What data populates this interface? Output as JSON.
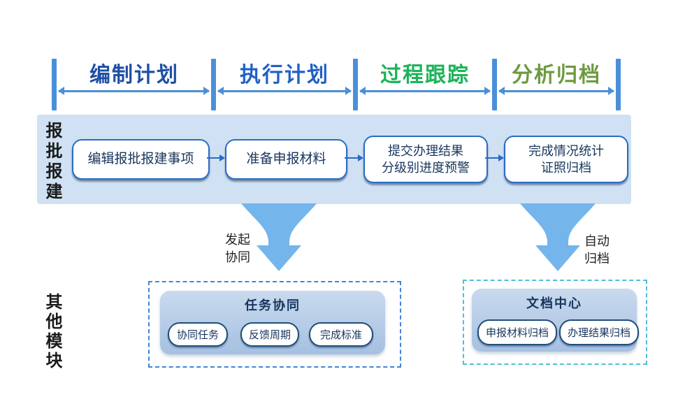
{
  "colors": {
    "timeline_blue": "#4a90d9",
    "band_bg": "#cfe1f2",
    "box_border": "#2b6cc4",
    "box_text": "#17365d",
    "funnel_blue": "#74b5ec",
    "module_bg_top": "#c9daee",
    "module_bg_bottom": "#a6c0e1",
    "module_dash_left": "#3f87d9",
    "module_dash_right": "#4ec0d9",
    "label_black": "#1a1a1a"
  },
  "timeline": {
    "phases": [
      {
        "label": "编制计划",
        "color": "#1f4fa5"
      },
      {
        "label": "执行计划",
        "color": "#2160c4"
      },
      {
        "label": "过程跟踪",
        "color": "#1cb45a"
      },
      {
        "label": "分析归档",
        "color": "#6d9a41"
      }
    ]
  },
  "band": {
    "side_label": "报批报建",
    "steps": [
      {
        "lines": [
          "编辑报批报建事项"
        ]
      },
      {
        "lines": [
          "准备申报材料"
        ]
      },
      {
        "lines": [
          "提交办理结果",
          "分级别进度预警"
        ]
      },
      {
        "lines": [
          "完成情况统计",
          "证照归档"
        ]
      }
    ]
  },
  "connectors": [
    {
      "line1": "发起",
      "line2": "协同"
    },
    {
      "line1": "自动",
      "line2": "归档"
    }
  ],
  "bottom": {
    "side_label": "其他模块",
    "modules": [
      {
        "title": "任务协同",
        "items": [
          "协同任务",
          "反馈周期",
          "完成标准"
        ]
      },
      {
        "title": "文档中心",
        "items": [
          "申报材料归档",
          "办理结果归档"
        ]
      }
    ]
  }
}
